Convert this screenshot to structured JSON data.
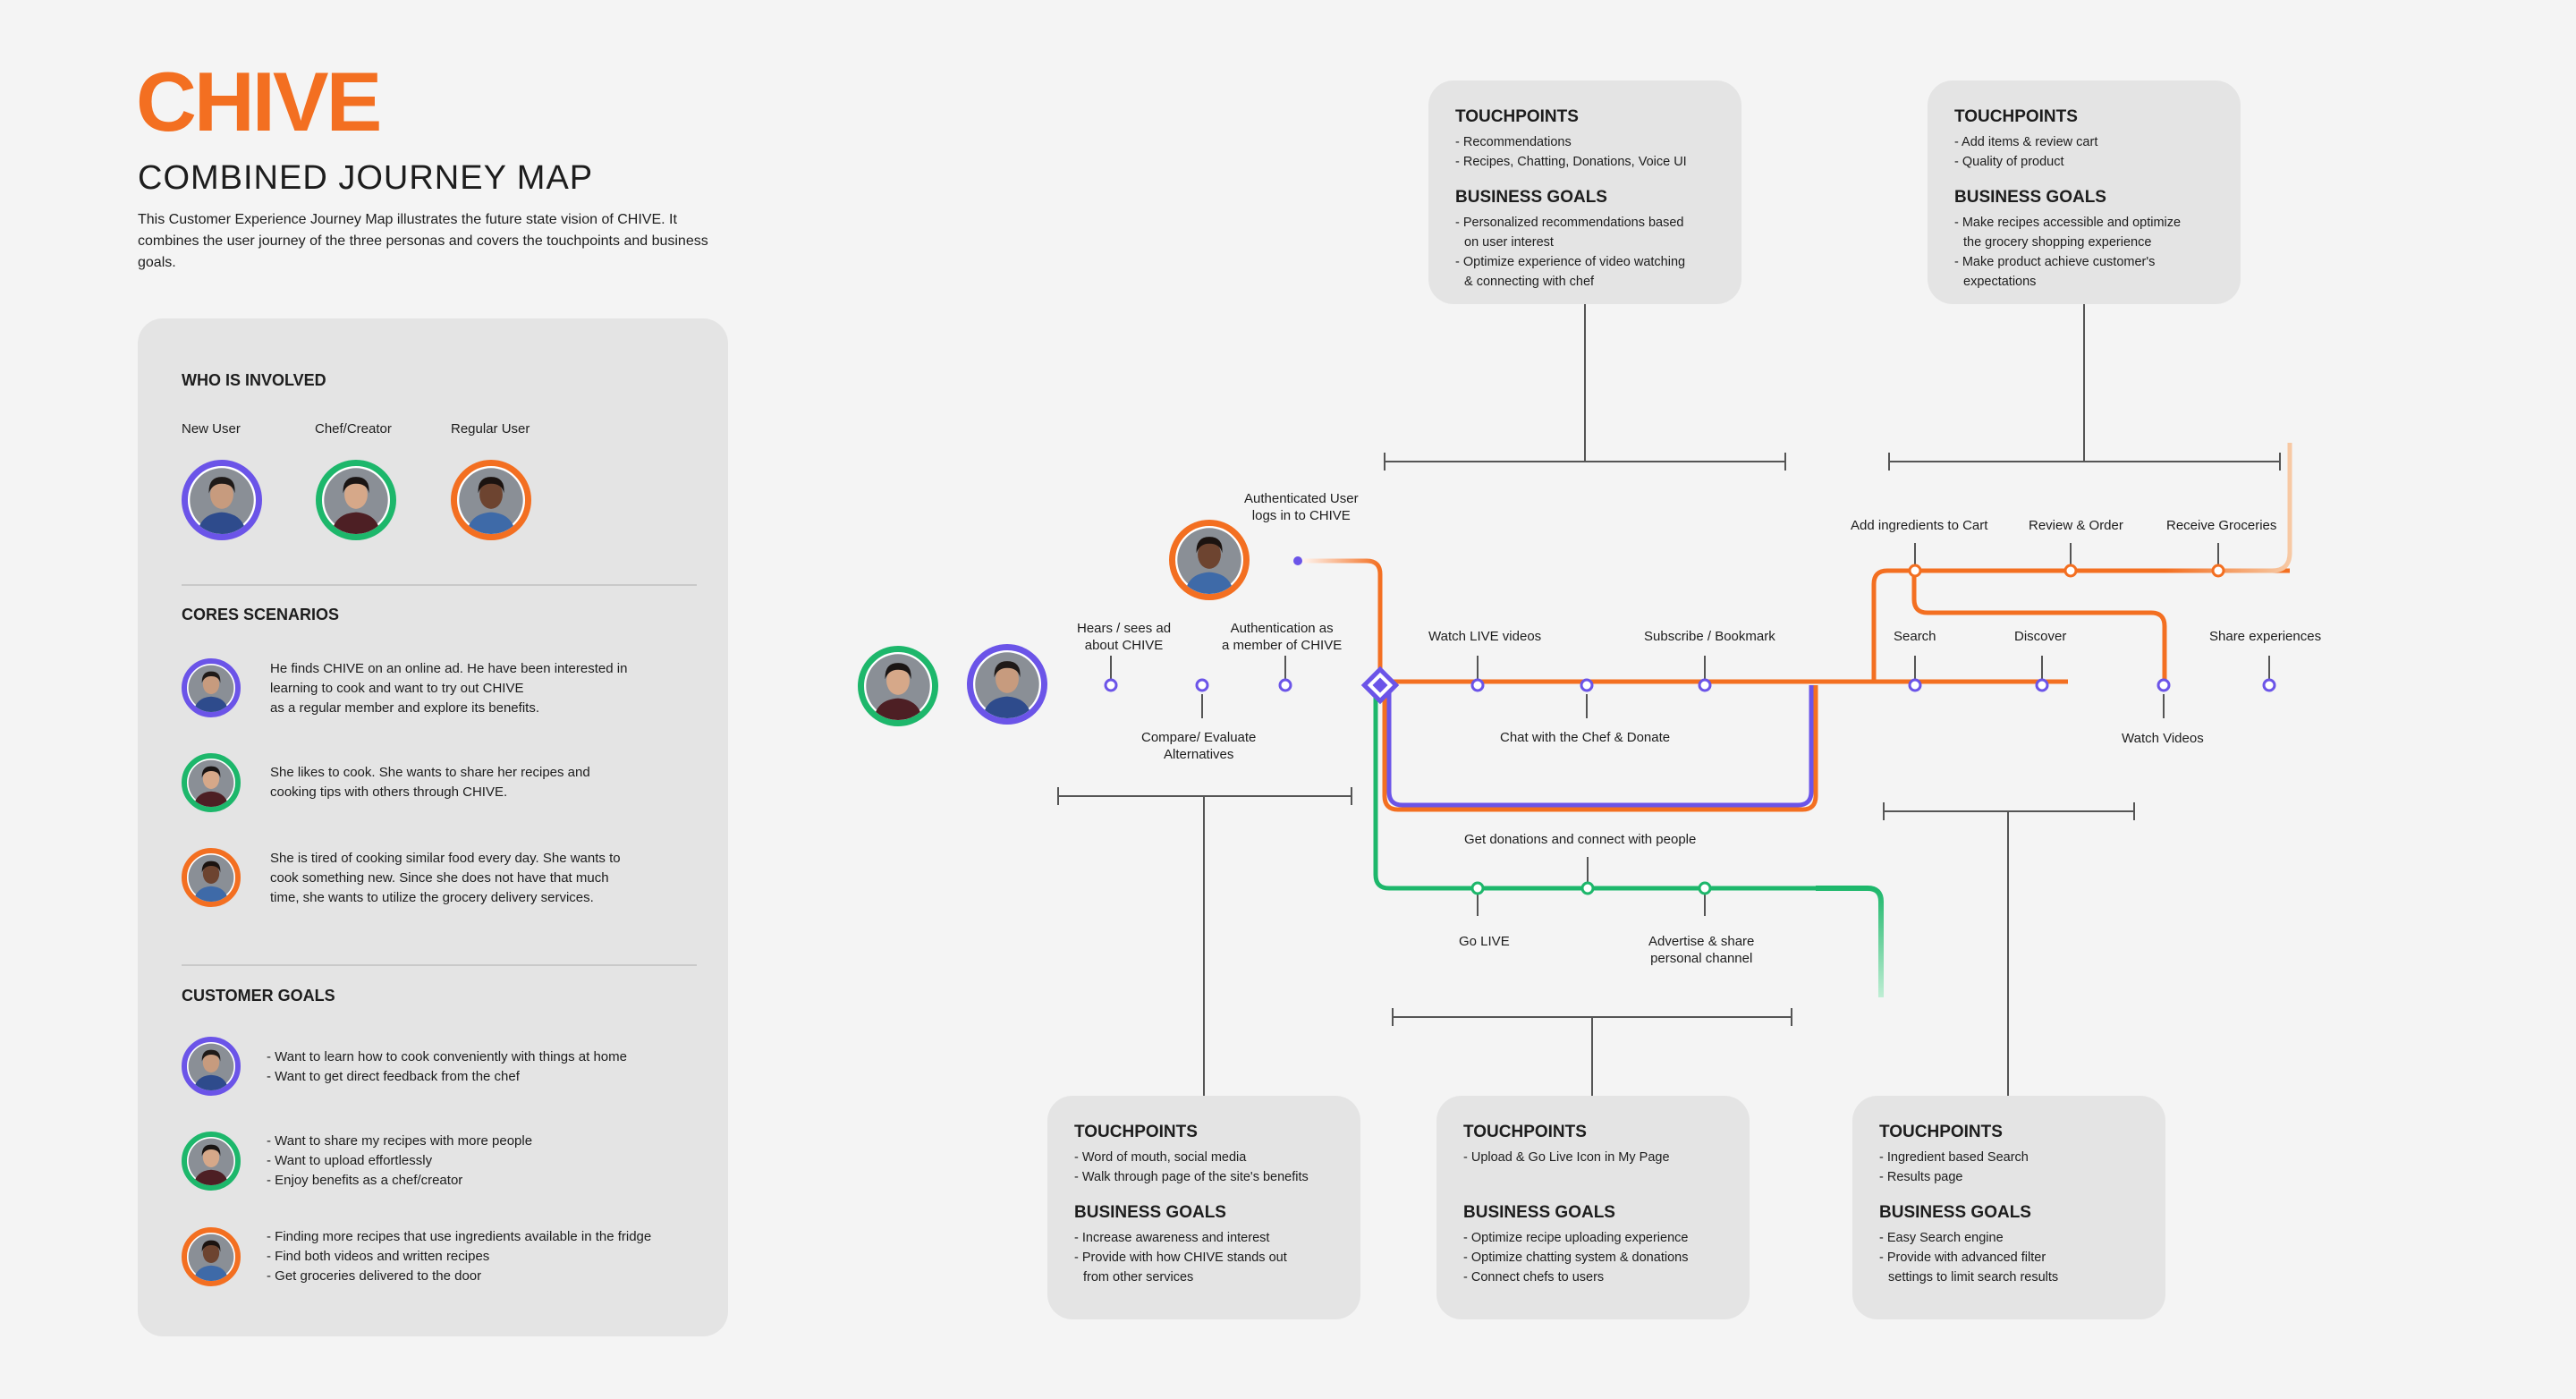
{
  "brand": "CHIVE",
  "title": "COMBINED JOURNEY MAP",
  "description": "This Customer Experience Journey Map illustrates the future state vision of CHIVE. It combines the user journey of the three personas and covers the touchpoints and business goals.",
  "colors": {
    "orange": "#f36f21",
    "purple": "#6b54e8",
    "green": "#1db76b",
    "panel": "#e4e4e4"
  },
  "who": {
    "heading": "WHO IS INVOLVED",
    "personas": [
      {
        "label": "New User",
        "color": "#6b54e8"
      },
      {
        "label": "Chef/Creator",
        "color": "#1db76b"
      },
      {
        "label": "Regular User",
        "color": "#f36f21"
      }
    ]
  },
  "scenarios": {
    "heading": "CORES SCENARIOS",
    "items": [
      {
        "lines": [
          "He finds CHIVE on an online ad. He have been interested in",
          "learning to cook and want to try out CHIVE",
          "as a regular member and explore its benefits."
        ]
      },
      {
        "lines": [
          "She likes to cook. She wants to share her recipes and",
          "cooking tips with others through CHIVE."
        ]
      },
      {
        "lines": [
          "She is tired of cooking similar food every day. She wants to",
          "cook something new. Since she does not have that much",
          "time, she wants to utilize the grocery delivery services."
        ]
      }
    ]
  },
  "goals": {
    "heading": "CUSTOMER GOALS",
    "items": [
      {
        "lines": [
          "- Want to learn how to cook conveniently with things at home",
          "- Want to get direct feedback from the chef"
        ]
      },
      {
        "lines": [
          "- Want to  share my recipes with more people",
          "- Want to upload effortlessly",
          "- Enjoy benefits as a chef/creator"
        ]
      },
      {
        "lines": [
          "- Finding more recipes that use ingredients available  in the fridge",
          "- Find both videos and written recipes",
          "- Get groceries delivered to the door"
        ]
      }
    ]
  },
  "cards": {
    "top1": {
      "tp_heading": "TOUCHPOINTS",
      "tp": [
        "- Recommendations",
        "- Recipes, Chatting, Donations, Voice UI"
      ],
      "bg_heading": "BUSINESS GOALS",
      "bg": [
        "- Personalized recommendations based",
        "  on user interest",
        "- Optimize experience of video watching",
        "  & connecting with chef"
      ]
    },
    "top2": {
      "tp_heading": "TOUCHPOINTS",
      "tp": [
        "- Add items & review cart",
        "- Quality of product"
      ],
      "bg_heading": "BUSINESS GOALS",
      "bg": [
        "- Make recipes accessible and optimize",
        "  the grocery shopping experience",
        "- Make product achieve customer's",
        "  expectations"
      ]
    },
    "bot1": {
      "tp_heading": "TOUCHPOINTS",
      "tp": [
        "- Word of mouth, social media",
        "- Walk through page of the site's benefits"
      ],
      "bg_heading": "BUSINESS GOALS",
      "bg": [
        "- Increase awareness and interest",
        "- Provide with how CHIVE stands out",
        "  from other services"
      ]
    },
    "bot2": {
      "tp_heading": "TOUCHPOINTS",
      "tp": [
        "- Upload & Go Live Icon in My Page"
      ],
      "bg_heading": "BUSINESS GOALS",
      "bg": [
        "- Optimize recipe uploading experience",
        "- Optimize chatting system & donations",
        "- Connect chefs to users"
      ]
    },
    "bot3": {
      "tp_heading": "TOUCHPOINTS",
      "tp": [
        "- Ingredient based Search",
        "- Results page"
      ],
      "bg_heading": "BUSINESS GOALS",
      "bg": [
        "- Easy Search engine",
        "- Provide with advanced filter",
        "  settings to limit search results"
      ]
    }
  },
  "steps": {
    "auth_user": [
      "Authenticated User",
      "logs in to CHIVE"
    ],
    "hears": [
      "Hears / sees ad",
      "about CHIVE"
    ],
    "auth_member": [
      "Authentication as",
      "a member of CHIVE"
    ],
    "compare": [
      "Compare/ Evaluate",
      "Alternatives"
    ],
    "watch_live": [
      "Watch LIVE videos"
    ],
    "subscribe": [
      "Subscribe / Bookmark"
    ],
    "chat": [
      "Chat with the Chef & Donate"
    ],
    "donations": [
      "Get donations and connect with people"
    ],
    "go_live": [
      "Go LIVE"
    ],
    "advertise": [
      "Advertise & share",
      "personal channel"
    ],
    "add_cart": [
      "Add ingredients to Cart"
    ],
    "review": [
      "Review & Order"
    ],
    "receive": [
      "Receive Groceries"
    ],
    "search": [
      "Search"
    ],
    "discover": [
      "Discover"
    ],
    "share": [
      "Share experiences"
    ],
    "watch_videos": [
      "Watch Videos"
    ]
  }
}
